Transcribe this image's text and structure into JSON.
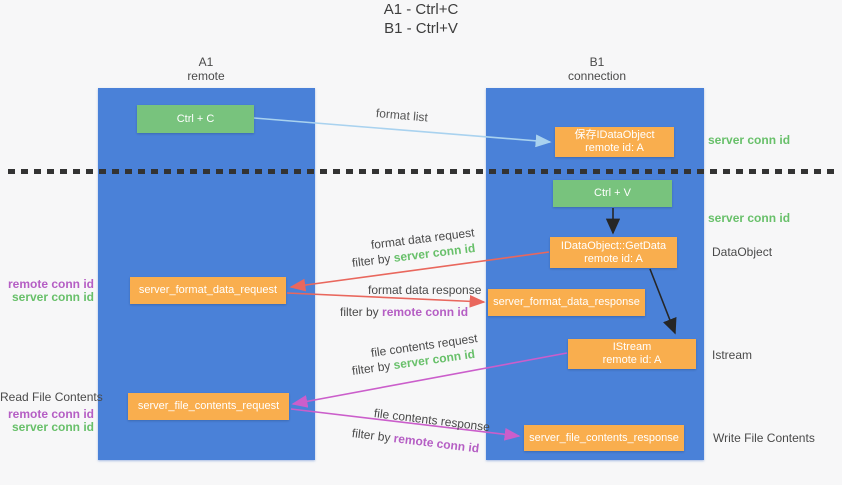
{
  "title": {
    "line1": "A1 - Ctrl+C",
    "line2": "B1 - Ctrl+V"
  },
  "columns": {
    "a1": {
      "name": "A1",
      "role": "remote"
    },
    "b1": {
      "name": "B1",
      "role": "connection"
    }
  },
  "nodes": {
    "ctrl_c": {
      "label": "Ctrl + C"
    },
    "save_idataobject": {
      "line1": "保存IDataObject",
      "line2": "remote id: A"
    },
    "ctrl_v": {
      "label": "Ctrl + V"
    },
    "getdata": {
      "line1": "IDataObject::GetData",
      "line2": "remote id: A"
    },
    "istream": {
      "line1": "IStream",
      "line2": "remote id: A"
    },
    "server_format_data_request": {
      "label": "server_format_data_request"
    },
    "server_format_data_response": {
      "label": "server_format_data_response"
    },
    "server_file_contents_request": {
      "label": "server_file_contents_request"
    },
    "server_file_contents_response": {
      "label": "server_file_contents_response"
    }
  },
  "labels": {
    "format_list": "format list",
    "format_data_request": "format data request",
    "format_data_response": "format data response",
    "file_contents_request": "file contents request",
    "file_contents_response": "file contents response",
    "filter_by": "filter by",
    "server_conn_id": "server conn id",
    "remote_conn_id": "remote conn id",
    "dataobject": "DataObject",
    "istream": "Istream",
    "read_file_contents": "Read File Contents",
    "write_file_contents": "Write File Contents"
  },
  "colors": {
    "lifeline_blue": "#4a81d8",
    "action_green": "#78c37d",
    "message_orange": "#f9ae4e",
    "server_conn_green": "#68c06a",
    "remote_conn_purple": "#b55ec4",
    "request_red": "#e9675d",
    "response_magenta": "#cb5ecb",
    "format_list_blue": "#a9d2ef",
    "black_arrow": "#262626"
  }
}
